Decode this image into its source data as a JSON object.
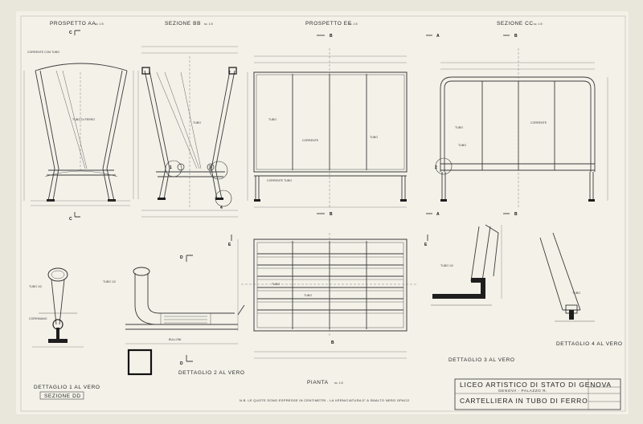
{
  "views": {
    "prospetto_aa": {
      "label": "PROSPETTO AA",
      "scale": "sc. 1:5"
    },
    "sezione_bb": {
      "label": "SEZIONE BB",
      "scale": "sc. 1:5"
    },
    "prospetto_ee": {
      "label": "PROSPETTO EE",
      "scale": "sc. 1:5"
    },
    "sezione_cc": {
      "label": "SEZIONE CC",
      "scale": "sc. 1:5"
    },
    "pianta": {
      "label": "PIANTA",
      "scale": "sc. 1:5"
    }
  },
  "details": {
    "d1": "DETTAGLIO 1 AL VERO",
    "dd": "SEZIONE DD",
    "d2": "DETTAGLIO 2 AL VERO",
    "d3": "DETTAGLIO 3 AL VERO",
    "d4": "DETTAGLIO 4 AL VERO"
  },
  "markers": {
    "a": "A",
    "b": "B",
    "c": "C",
    "d": "D",
    "e": "E",
    "n1": "1",
    "n2": "2",
    "n3": "3",
    "n4": "4"
  },
  "notes": {
    "bottom": "N.B. LE QUOTE SONO ESPRESSE IN CENTIMETRI - LA VERNICIATURA E' A SMALTO NERO OPACO"
  },
  "title_block": {
    "school": "LICEO ARTISTICO DI STATO DI GENOVA",
    "city": "GENOVA - PALAZZO R.",
    "project": "CARTELLIERA IN TUBO DI FERRO"
  }
}
